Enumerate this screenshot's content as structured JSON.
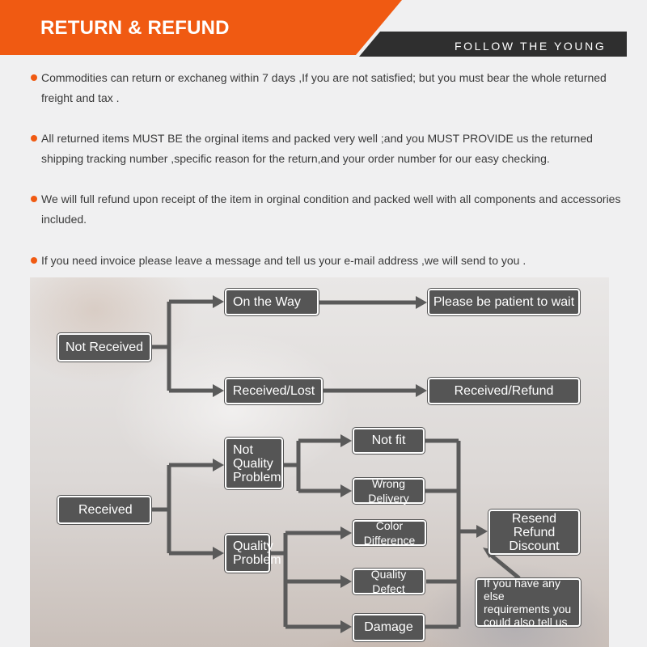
{
  "header": {
    "title": "RETURN & REFUND",
    "tagline": "FOLLOW THE YOUNG",
    "accent_color": "#f05a12",
    "dark_color": "#2f2f2f"
  },
  "policies": [
    {
      "text": "Commodities can return or exchaneg within 7 days ,If you are not satisfied; but you must bear the whole returned freight and tax ."
    },
    {
      "text": "All returned items MUST BE the orginal items and packed very well ;and you MUST PROVIDE us the returned shipping tracking number ,specific reason for the return,and your order number for our easy checking."
    },
    {
      "text": "We will full refund upon receipt of the item in orginal condition and packed well with all components and accessories included."
    },
    {
      "text": "If you need invoice please leave a message and tell us your e-mail address ,we will send to you ."
    }
  ],
  "flow": {
    "box_color": "#555555",
    "not_received": "Not Received",
    "on_the_way": "On the Way",
    "please_wait": "Please be patient to wait",
    "received_lost": "Received/Lost",
    "received_refund": "Received/Refund",
    "received": "Received",
    "not_quality_problem": "Not\nQuality\nProblem",
    "quality_problem": "Quality\nProblem",
    "not_fit": "Not fit",
    "wrong_delivery": "Wrong Delivery",
    "color_difference": "Color Difference",
    "quality_defect": "Quality Defect",
    "damage": "Damage",
    "resend_refund_discount": "Resend\nRefund\nDiscount",
    "extra_requirements": "If you have any else\nrequirements you\ncould also tell us"
  }
}
